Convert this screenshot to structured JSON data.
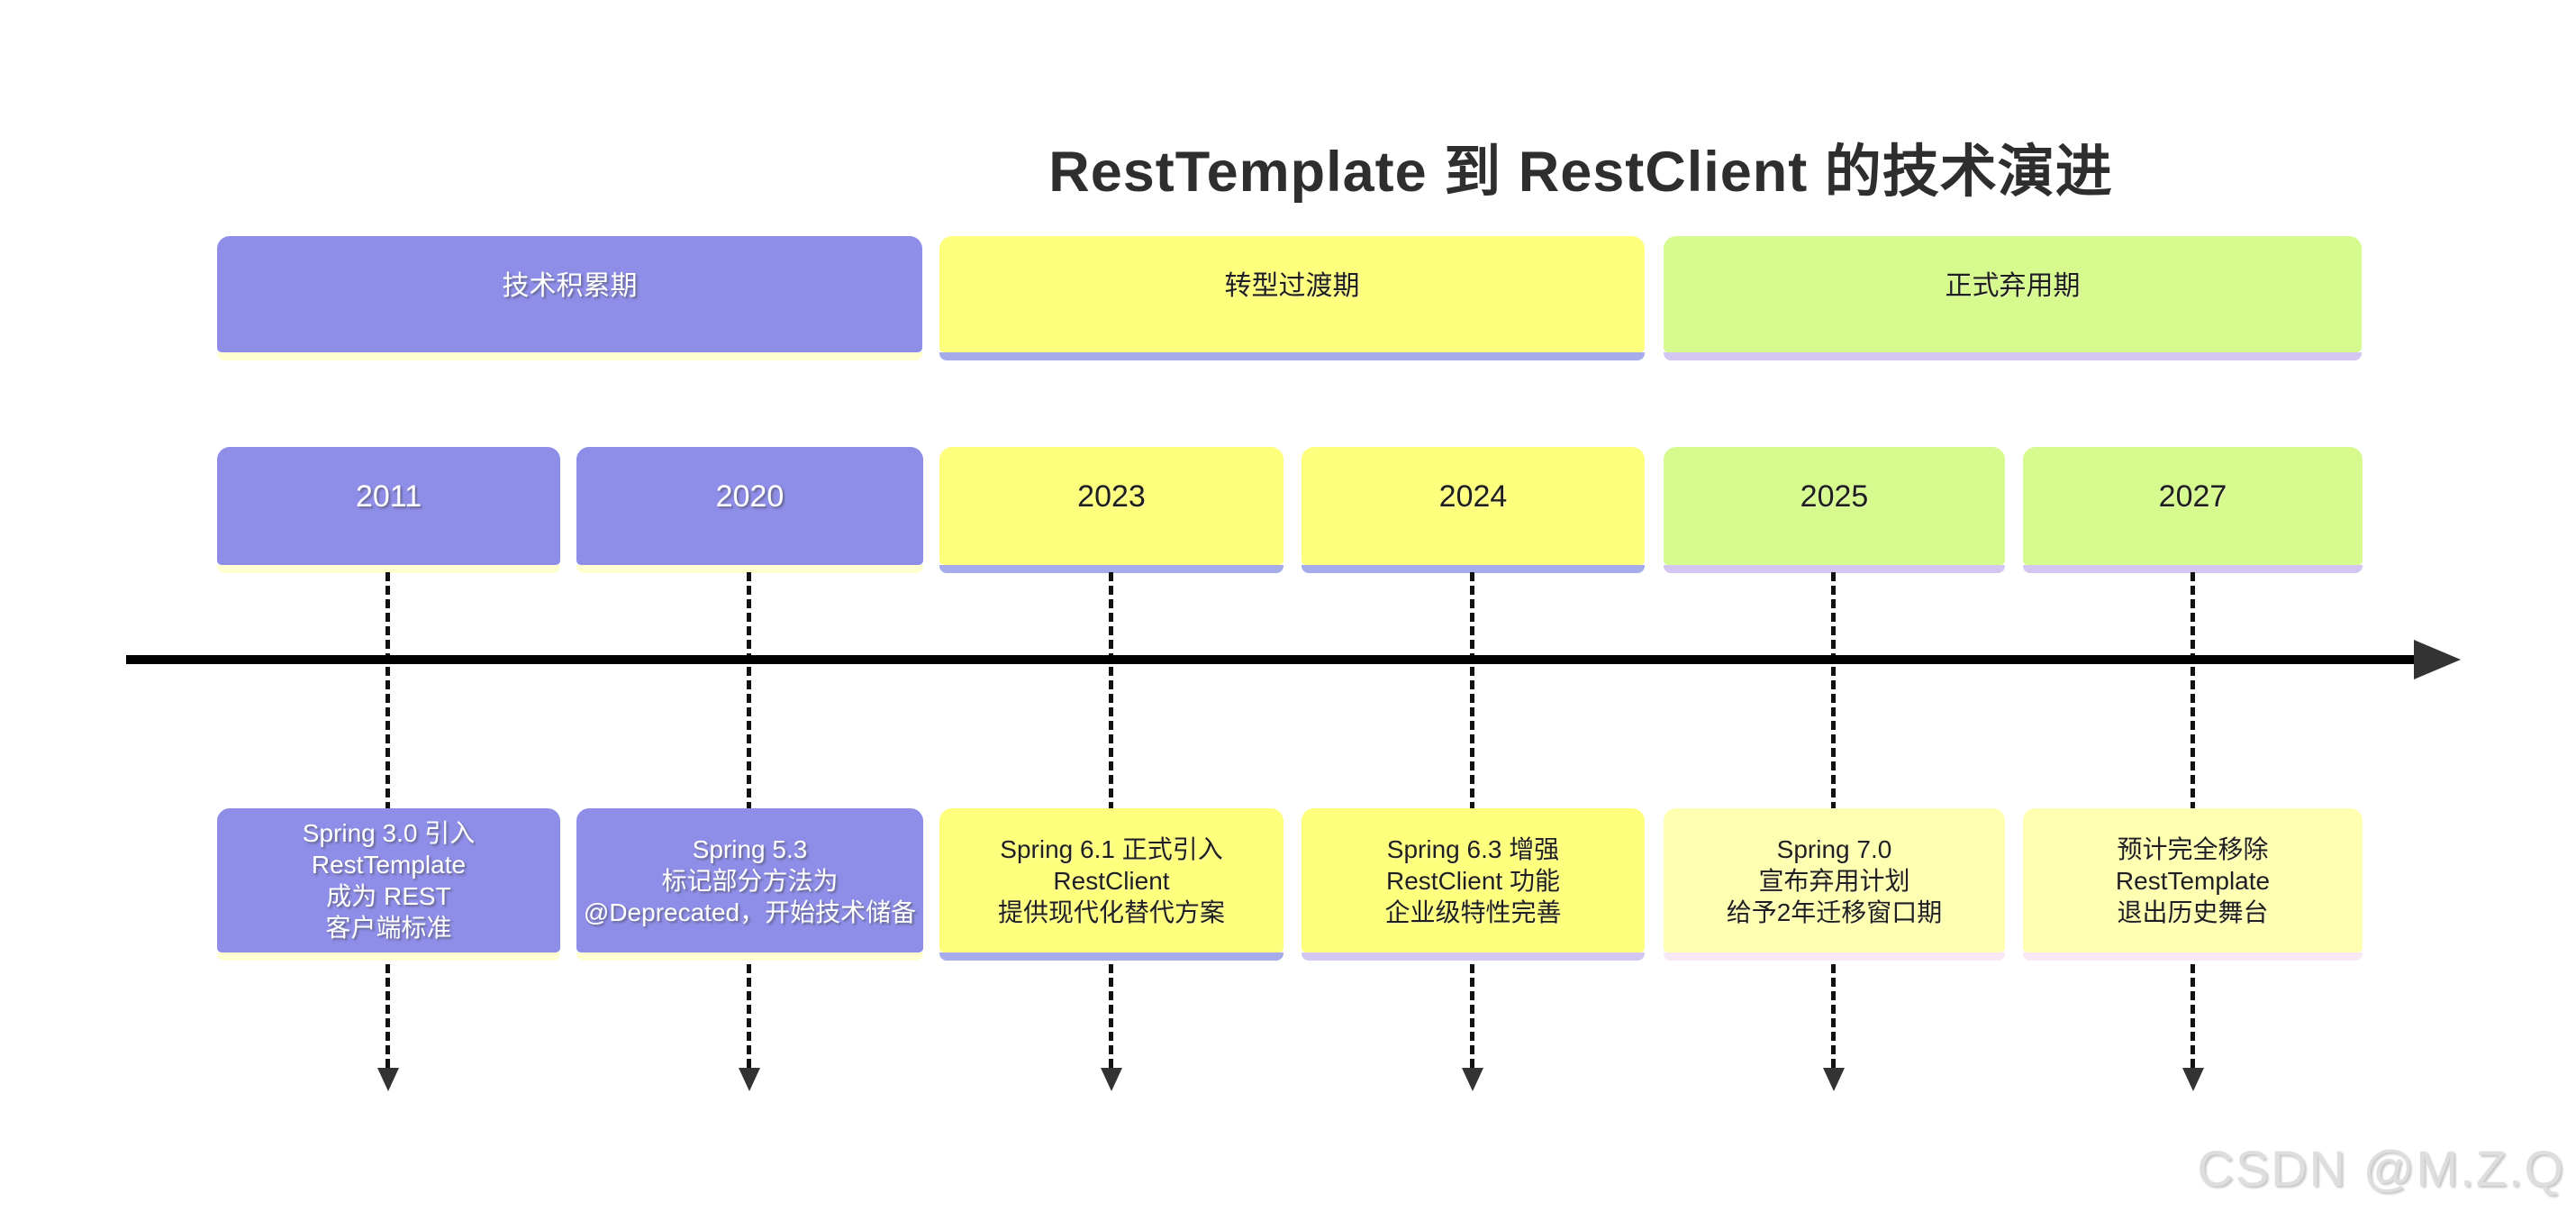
{
  "title": "RestTemplate 到 RestClient 的技术演进",
  "watermark": "CSDN @M.Z.Q",
  "colors": {
    "phase_accumulation": "#8e8ee9",
    "phase_transition": "#feff7d",
    "phase_deprecation": "#d6fa8e",
    "event_pale_yellow": "#ffffb1",
    "shadow_pale_yellow": "#ffffd0",
    "shadow_periwinkle": "#a6ace9",
    "shadow_lavender": "#d3c6f1",
    "shadow_pink": "#f8e7f4",
    "axis": "#000000",
    "title_text": "#2e2e2e",
    "dark_text": "#1f1f1f",
    "light_text": "#ffffff",
    "watermark_text": "#dedede"
  },
  "phases": [
    {
      "label": "技术积累期"
    },
    {
      "label": "转型过渡期"
    },
    {
      "label": "正式弃用期"
    }
  ],
  "milestones": [
    {
      "year": "2011",
      "description": [
        "Spring 3.0 引入",
        "RestTemplate",
        "成为 REST",
        "客户端标准"
      ]
    },
    {
      "year": "2020",
      "description": [
        "Spring 5.3",
        "标记部分方法为",
        "@Deprecated，开始技术储备"
      ]
    },
    {
      "year": "2023",
      "description": [
        "Spring 6.1 正式引入",
        "RestClient",
        "提供现代化替代方案"
      ]
    },
    {
      "year": "2024",
      "description": [
        "Spring 6.3 增强",
        "RestClient 功能",
        "企业级特性完善"
      ]
    },
    {
      "year": "2025",
      "description": [
        "Spring 7.0",
        "宣布弃用计划",
        "给予2年迁移窗口期"
      ]
    },
    {
      "year": "2027",
      "description": [
        "预计完全移除",
        "RestTemplate",
        "退出历史舞台"
      ]
    }
  ]
}
